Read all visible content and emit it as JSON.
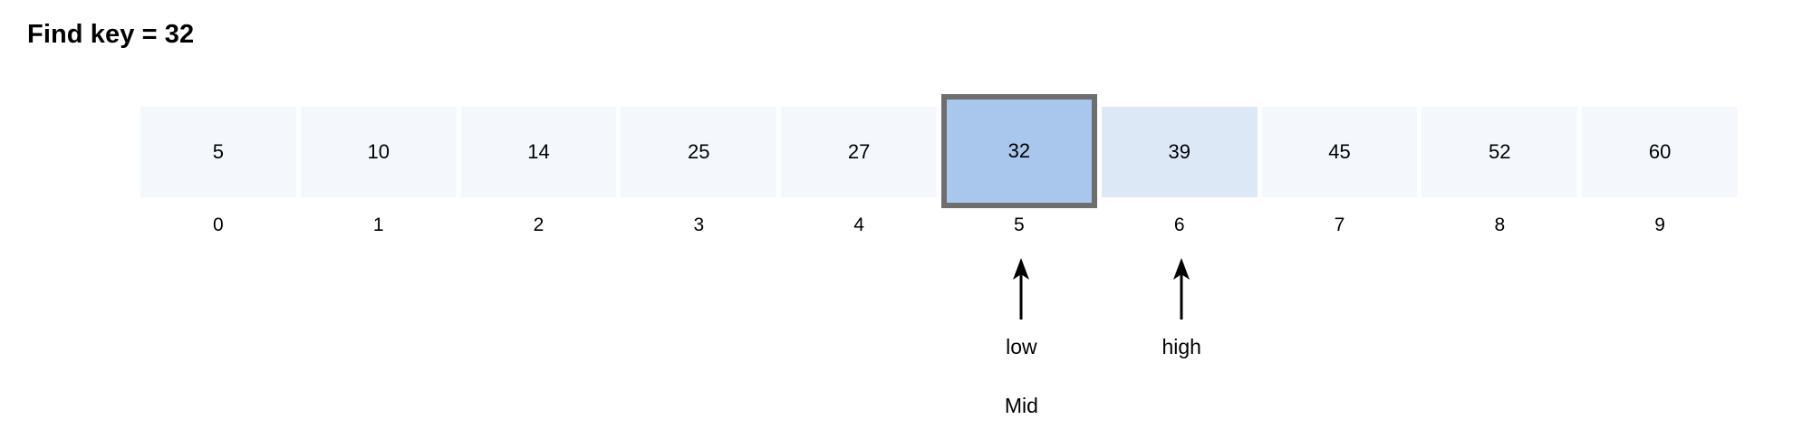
{
  "title": "Find key = 32",
  "array": {
    "cells": [
      {
        "value": "5",
        "index": "0",
        "state": "default"
      },
      {
        "value": "10",
        "index": "1",
        "state": "default"
      },
      {
        "value": "14",
        "index": "2",
        "state": "default"
      },
      {
        "value": "25",
        "index": "3",
        "state": "default"
      },
      {
        "value": "27",
        "index": "4",
        "state": "default"
      },
      {
        "value": "32",
        "index": "5",
        "state": "mid"
      },
      {
        "value": "39",
        "index": "6",
        "state": "range"
      },
      {
        "value": "45",
        "index": "7",
        "state": "default"
      },
      {
        "value": "52",
        "index": "8",
        "state": "default"
      },
      {
        "value": "60",
        "index": "9",
        "state": "default"
      }
    ]
  },
  "pointers": [
    {
      "name": "low",
      "label": "low",
      "index": 5
    },
    {
      "name": "high",
      "label": "high",
      "index": 6
    }
  ],
  "mid": {
    "label": "Mid",
    "index": 5
  },
  "colors": {
    "cell_default": "#f4f8fd",
    "cell_range": "#dde8f7",
    "cell_mid_fill": "#a9c7ec",
    "cell_mid_border": "#6e6e6e",
    "text": "#000000",
    "background": "#ffffff"
  }
}
